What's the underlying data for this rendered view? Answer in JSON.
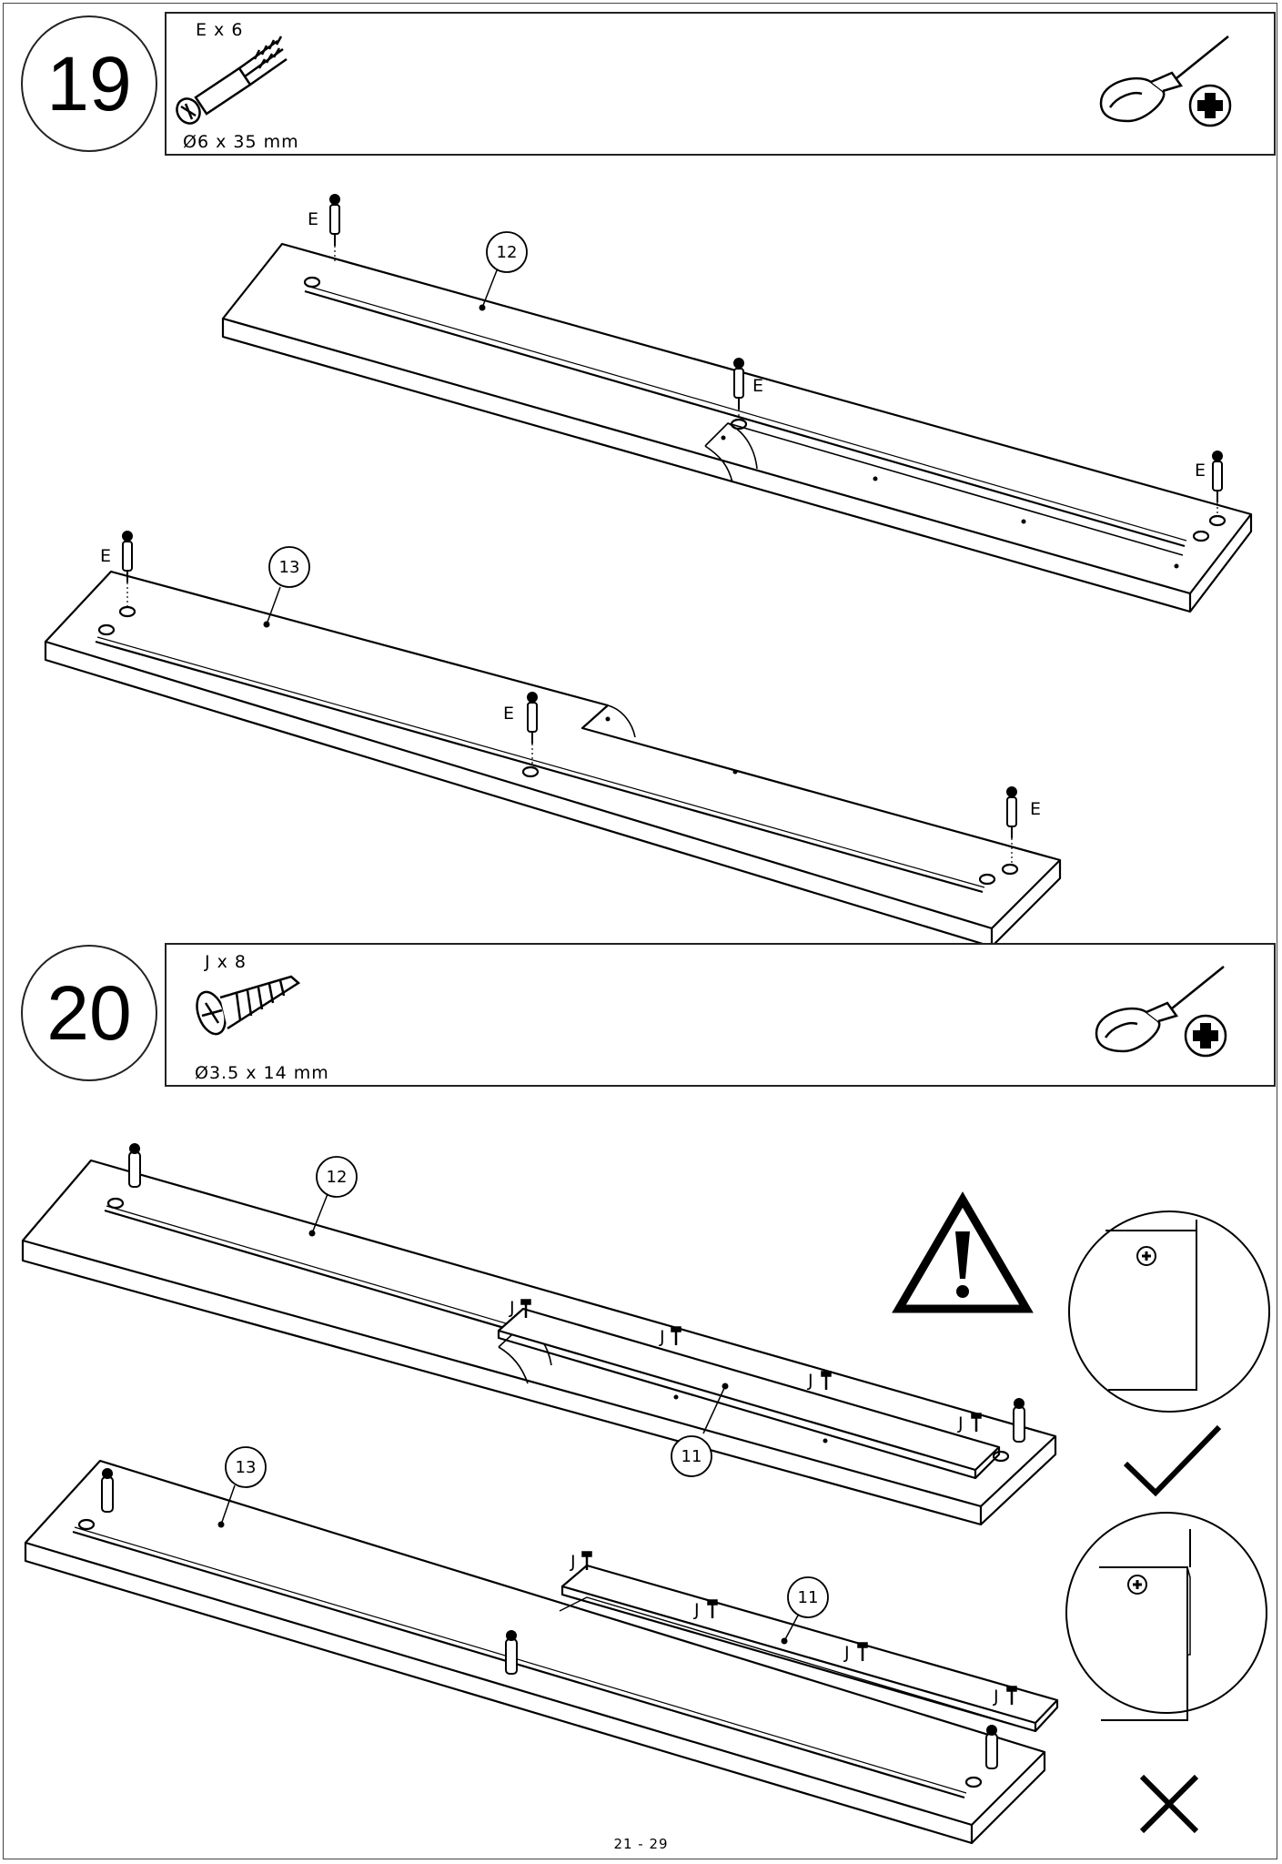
{
  "steps": [
    {
      "number": "19",
      "hardware": {
        "code": "E",
        "quantity_label": "E x 6",
        "size_label": "Ø6 x 35 mm",
        "icon": "cam-bolt-icon"
      },
      "tool": "phillips-screwdriver-icon",
      "connector_label": "E",
      "parts": [
        "12",
        "13"
      ]
    },
    {
      "number": "20",
      "hardware": {
        "code": "J",
        "quantity_label": "J x 8",
        "size_label": "Ø3.5 x 14 mm",
        "icon": "wood-screw-icon"
      },
      "tool": "phillips-screwdriver-icon",
      "screw_label": "J",
      "parts": [
        "12",
        "13",
        "11",
        "11"
      ],
      "symbols": [
        "warning-triangle-icon",
        "checkmark-icon",
        "cross-icon"
      ]
    }
  ],
  "page_number": "21 - 29"
}
